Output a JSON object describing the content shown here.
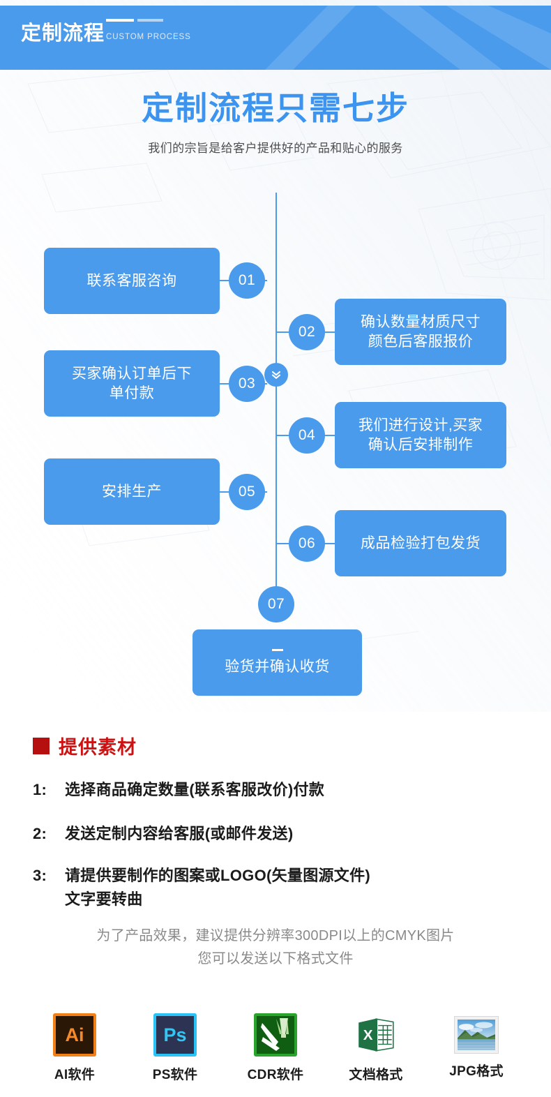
{
  "banner": {
    "title": "定制流程",
    "subtitle": "CUSTOM PROCESS"
  },
  "headline": "定制流程只需七步",
  "subhead": "我们的宗旨是给客户提供好的产品和贴心的服务",
  "flow": {
    "steps": [
      {
        "number": "01",
        "label": "联系客服咨询",
        "side": "left"
      },
      {
        "number": "02",
        "label": "确认数量材质尺寸\n颜色后客服报价",
        "side": "right"
      },
      {
        "number": "03",
        "label": "买家确认订单后下\n单付款",
        "side": "left"
      },
      {
        "number": "04",
        "label": "我们进行设计,买家\n确认后安排制作",
        "side": "right"
      },
      {
        "number": "05",
        "label": "安排生产",
        "side": "left"
      },
      {
        "number": "06",
        "label": "成品检验打包发货",
        "side": "right"
      },
      {
        "number": "07",
        "label": "验货并确认收货",
        "side": "center"
      }
    ]
  },
  "materials": {
    "heading": "提供素材",
    "items": [
      {
        "num": "1:",
        "text": "选择商品确定数量(联系客服改价)付款"
      },
      {
        "num": "2:",
        "text": "发送定制内容给客服(或邮件发送)"
      },
      {
        "num": "3:",
        "text": "请提供要制作的图案或LOGO(矢量图源文件)\n文字要转曲"
      }
    ],
    "note": "为了产品效果，建议提供分辨率300DPI以上的CMYK图片\n您可以发送以下格式文件"
  },
  "formats": [
    {
      "icon": "illustrator-icon",
      "glyph": "Ai",
      "label": "AI软件"
    },
    {
      "icon": "photoshop-icon",
      "glyph": "Ps",
      "label": "PS软件"
    },
    {
      "icon": "coreldraw-icon",
      "glyph": "",
      "label": "CDR软件"
    },
    {
      "icon": "excel-icon",
      "glyph": "",
      "label": "文档格式"
    },
    {
      "icon": "photo-icon",
      "glyph": "",
      "label": "JPG格式"
    }
  ],
  "colors": {
    "brand_blue": "#4b9bec",
    "headline_blue": "#3d94ef",
    "accent_red": "#cc1212",
    "bullet_red": "#b50f10",
    "note_gray": "#8a8a8a"
  }
}
